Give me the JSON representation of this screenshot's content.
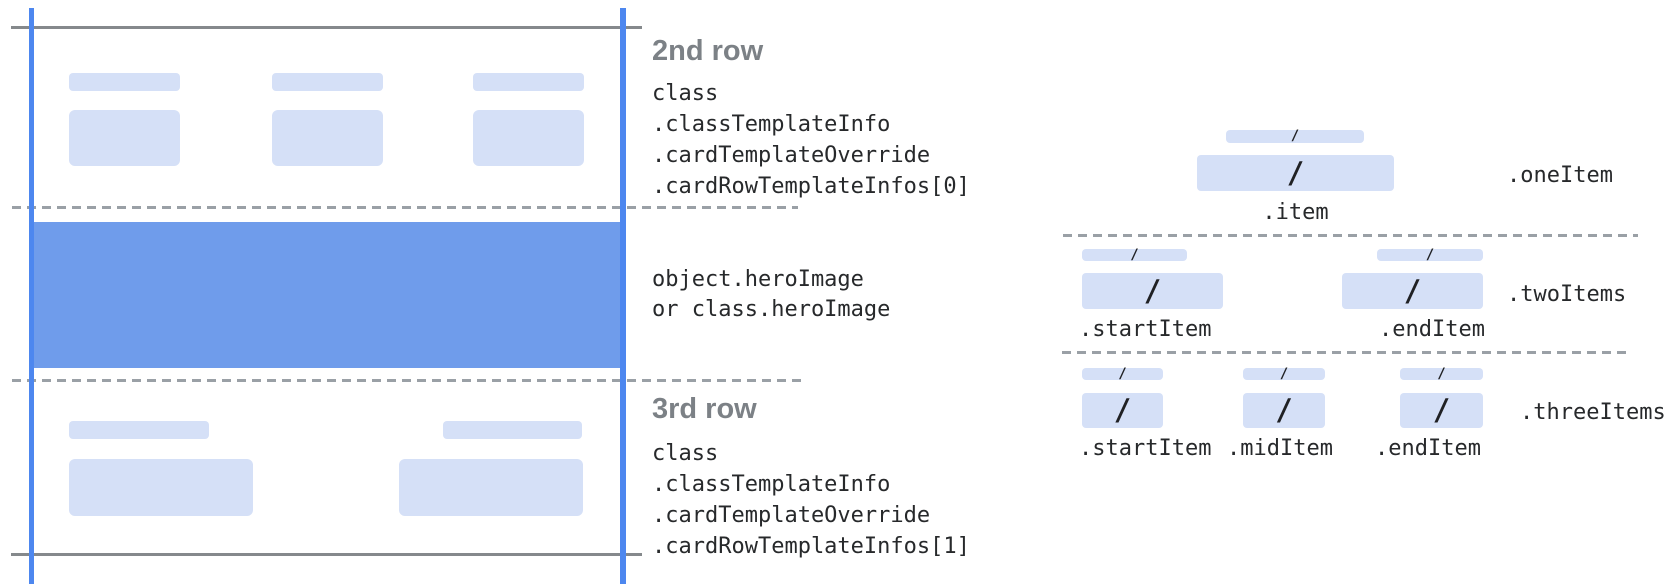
{
  "colors": {
    "item_fill": "#d5e0f7",
    "hero_fill": "#6f9ceb",
    "guide_blue": "#4d87ef",
    "border_gray": "#85898c",
    "dash_gray": "#9aa0a6",
    "heading_gray": "#7c8186",
    "code_text": "#27292b"
  },
  "annotations": {
    "row2": {
      "title": "2nd row",
      "code": [
        "class",
        ".classTemplateInfo",
        ".cardTemplateOverride",
        ".cardRowTemplateInfos[0]"
      ]
    },
    "hero": {
      "code": [
        "object.heroImage",
        "or class.heroImage"
      ]
    },
    "row3": {
      "title": "3rd row",
      "code": [
        "class",
        ".classTemplateInfo",
        ".cardTemplateOverride",
        ".cardRowTemplateInfos[1]"
      ]
    }
  },
  "legend": {
    "slash": "/",
    "one_item": {
      "caption": ".oneItem",
      "item_label": ".item"
    },
    "two_items": {
      "caption": ".twoItems",
      "start_label": ".startItem",
      "end_label": ".endItem"
    },
    "three_items": {
      "caption": ".threeItems",
      "start_label": ".startItem",
      "mid_label": ".midItem",
      "end_label": ".endItem"
    }
  }
}
